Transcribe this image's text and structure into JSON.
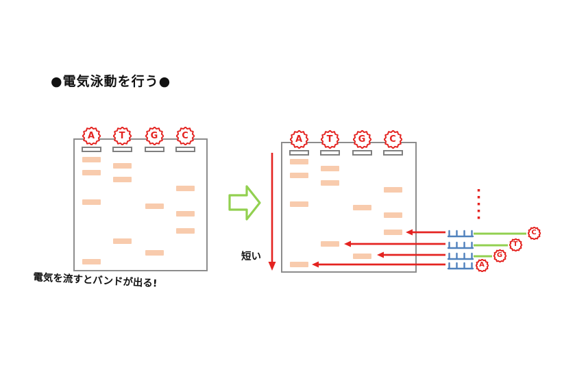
{
  "title": "●電気泳動を行う●",
  "left_gel": {
    "caption": "電気を流すとバンドが出る!",
    "lanes": [
      {
        "label": "A",
        "band_offsets": [
          27,
          46,
          89,
          176
        ]
      },
      {
        "label": "T",
        "band_offsets": [
          36,
          56,
          146
        ]
      },
      {
        "label": "G",
        "band_offsets": [
          95,
          163
        ]
      },
      {
        "label": "C",
        "band_offsets": [
          69,
          106,
          131
        ]
      }
    ]
  },
  "right_gel": {
    "short_label": "短い",
    "lanes": [
      {
        "label": "A",
        "band_offsets": [
          25,
          45,
          87,
          175
        ]
      },
      {
        "label": "T",
        "band_offsets": [
          35,
          56,
          145
        ]
      },
      {
        "label": "G",
        "band_offsets": [
          92,
          163
        ]
      },
      {
        "label": "C",
        "band_offsets": [
          66,
          103,
          128
        ]
      }
    ]
  },
  "probe_rows": [
    {
      "label": "C"
    },
    {
      "label": "T"
    },
    {
      "label": "G"
    },
    {
      "label": "A"
    }
  ],
  "colors": {
    "red": "#e42320",
    "green": "#92d050",
    "blue": "#4f81bd",
    "band": "#f8cbad",
    "border_gray": "#8c8c8c"
  }
}
